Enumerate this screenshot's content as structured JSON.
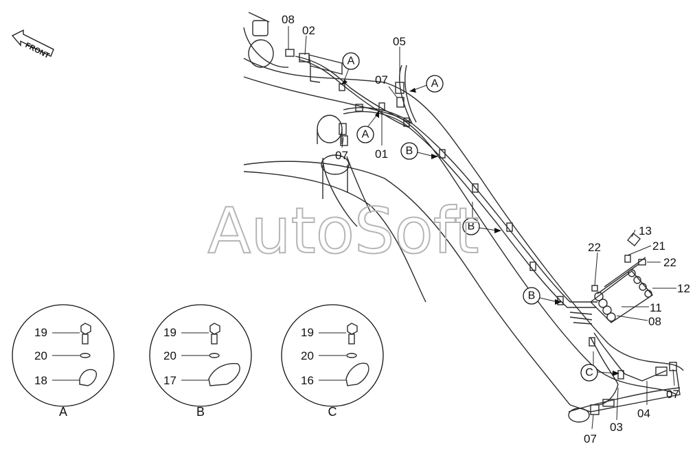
{
  "watermark": "AutoSoft",
  "front_label": "FRONT",
  "callouts": {
    "c08_top": "08",
    "c02": "02",
    "c05": "05",
    "c07_a": "07",
    "c07_b": "07",
    "c01": "01",
    "c13": "13",
    "c21": "21",
    "c22_left": "22",
    "c22_right": "22",
    "c12": "12",
    "c11": "11",
    "c08_right": "08",
    "c07_right": "07",
    "c04": "04",
    "c03": "03",
    "c07_bottom": "07"
  },
  "bubbles": {
    "a1": "A",
    "a2": "A",
    "a3": "A",
    "b1": "B",
    "b2": "B",
    "b3": "B",
    "c1": "C"
  },
  "details": [
    {
      "title": "A",
      "bolt": "19",
      "washer": "20",
      "clamp": "18"
    },
    {
      "title": "B",
      "bolt": "19",
      "washer": "20",
      "clamp": "17"
    },
    {
      "title": "C",
      "bolt": "19",
      "washer": "20",
      "clamp": "16"
    }
  ]
}
